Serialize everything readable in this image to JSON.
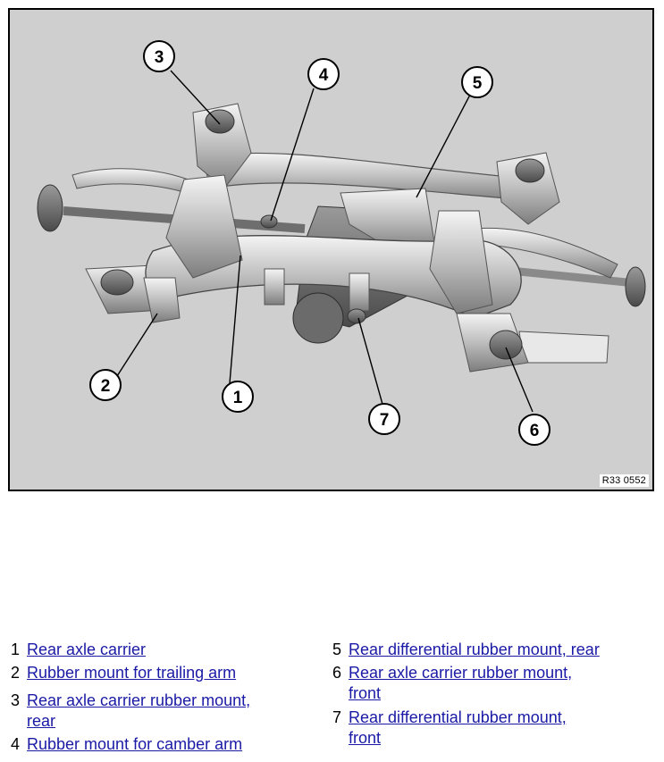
{
  "figure": {
    "code": "R33 0552",
    "callouts": [
      "1",
      "2",
      "3",
      "4",
      "5",
      "6",
      "7"
    ]
  },
  "legend": [
    {
      "num": "1",
      "label": "Rear axle carrier"
    },
    {
      "num": "2",
      "label": "Rubber mount for trailing arm"
    },
    {
      "num": "3",
      "label": "Rear axle carrier rubber mount,",
      "cont": "rear"
    },
    {
      "num": "4",
      "label": "Rubber mount for camber arm"
    },
    {
      "num": "5",
      "label": "Rear differential rubber mount, rear"
    },
    {
      "num": "6",
      "label": "Rear axle carrier rubber mount,",
      "cont": "front"
    },
    {
      "num": "7",
      "label": "Rear differential rubber mount,",
      "cont": "front"
    }
  ]
}
